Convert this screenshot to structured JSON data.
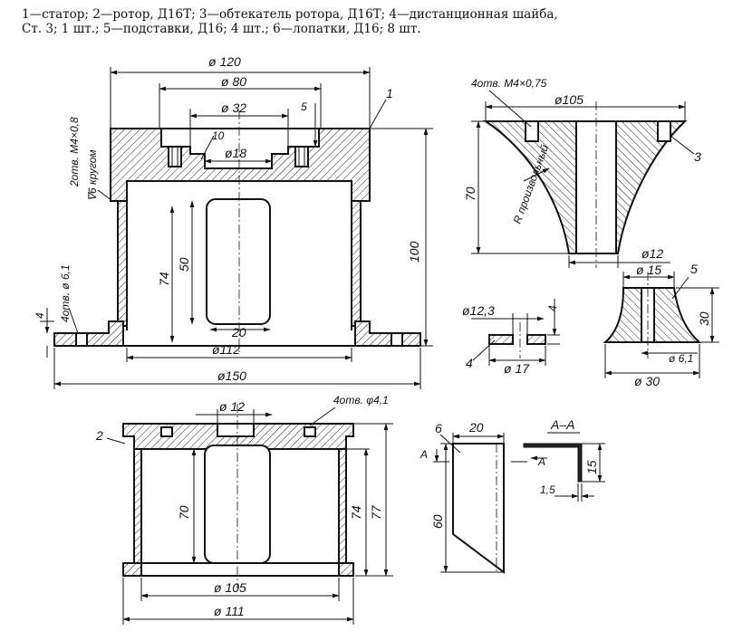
{
  "caption": {
    "line1": "1—статор; 2—ротор, Д16Т; 3—обтекатель ротора, Д16Т; 4—дистанционная шайба,",
    "line2": "Ст. 3; 1 шт.; 5—подставки, Д16; 4 шт.; 6—лопатки, Д16; 8 шт."
  },
  "stator": {
    "d120": "ø 120",
    "d80": "ø 80",
    "d32": "ø 32",
    "five": "5",
    "ten": "10",
    "d18": "ø18",
    "holes": "2отв. M4×0,8",
    "krugom": "∇6 кругом",
    "holes_flange": "4отв. ø 6,1",
    "four": "4",
    "h74": "74",
    "h50": "50",
    "w20": "20",
    "d112": "ø112",
    "d150": "ø150",
    "h100": "100",
    "label1": "1"
  },
  "cone": {
    "holes": "4отв. M4×0,75",
    "d105": "ø105",
    "h70": "70",
    "radius": "R произвольный",
    "d12": "ø12",
    "label3": "3"
  },
  "washer": {
    "d12_3": "ø12,3",
    "four": "4",
    "d17": "ø 17",
    "label4": "4"
  },
  "stand": {
    "d15": "ø 15",
    "h30": "30",
    "d6_1": "ø 6,1",
    "d30": "ø 30",
    "label5": "5"
  },
  "rotor": {
    "d12": "ø 12",
    "holes": "4отв. φ4,1",
    "label2": "2",
    "h70": "70",
    "h74": "74",
    "h77": "77",
    "d105": "ø 105",
    "d111": "ø 111"
  },
  "blade": {
    "label6": "6",
    "w20": "20",
    "a": "A",
    "h60": "60"
  },
  "section": {
    "title": "А–А",
    "a": "A",
    "h15": "15",
    "t1_5": "1,5"
  }
}
